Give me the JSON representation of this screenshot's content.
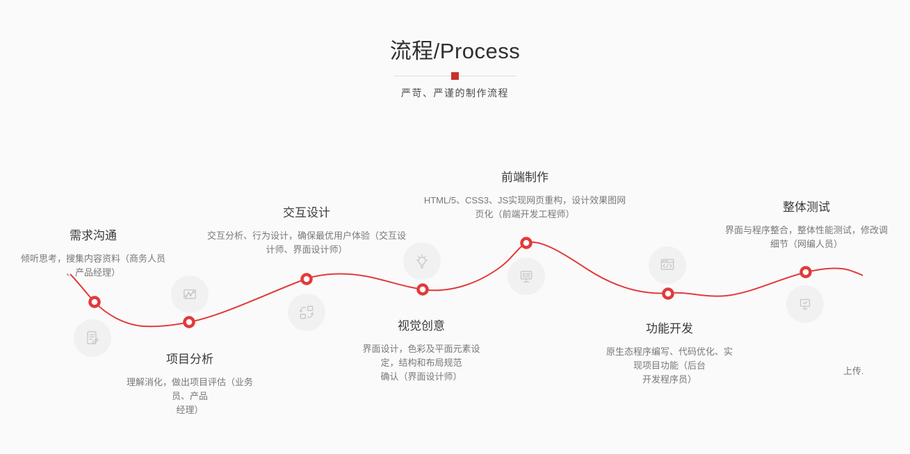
{
  "colors": {
    "background": "#fafafa",
    "accent_red": "#e23a3a",
    "divider_square": "#c9302c",
    "title_text": "#2f2f2f",
    "subtitle_text": "#4a4a4a",
    "stage_title_text": "#3a3a3a",
    "stage_desc_text": "#787878",
    "icon_circle_bg": "#f1f1f1",
    "icon_stroke": "#c6c6c6"
  },
  "header": {
    "title": "流程/Process",
    "subtitle": "严苛、严谨的制作流程"
  },
  "stages": [
    {
      "title": "需求沟通",
      "icon": "notepad-pencil-icon",
      "lines": [
        "倾听思考，搜集内容资料（商务人员",
        "、产品经理）"
      ]
    },
    {
      "title": "项目分析",
      "icon": "analytics-chart-icon",
      "lines": [
        "理解消化，做出项目评估（业务",
        "员、产品",
        "经理）"
      ]
    },
    {
      "title": "交互设计",
      "icon": "layout-sync-icon",
      "lines": [
        "交互分析、行为设计，确保最优用户体验（交互设",
        "计师、界面设计师）"
      ]
    },
    {
      "title": "视觉创意",
      "icon": "lightbulb-idea-icon",
      "lines": [
        "界面设计，色彩及平面元素设",
        "定，结构和布局规范",
        "确认（界面设计师）"
      ]
    },
    {
      "title": "前端制作",
      "icon": "monitor-content-icon",
      "lines": [
        "HTML/5、CSS3、JS实现网页重构，设计效果图网",
        "页化（前端开发工程师）"
      ]
    },
    {
      "title": "功能开发",
      "icon": "browser-code-icon",
      "lines": [
        "原生态程序编写、代码优化、实",
        "现项目功能（后台",
        "开发程序员）"
      ]
    },
    {
      "title": "整体测试",
      "icon": "monitor-check-icon",
      "lines": [
        "界面与程序整合，整体性能测试，修改调",
        "细节（网编人员）"
      ]
    }
  ],
  "next_stage_partial": "上传."
}
